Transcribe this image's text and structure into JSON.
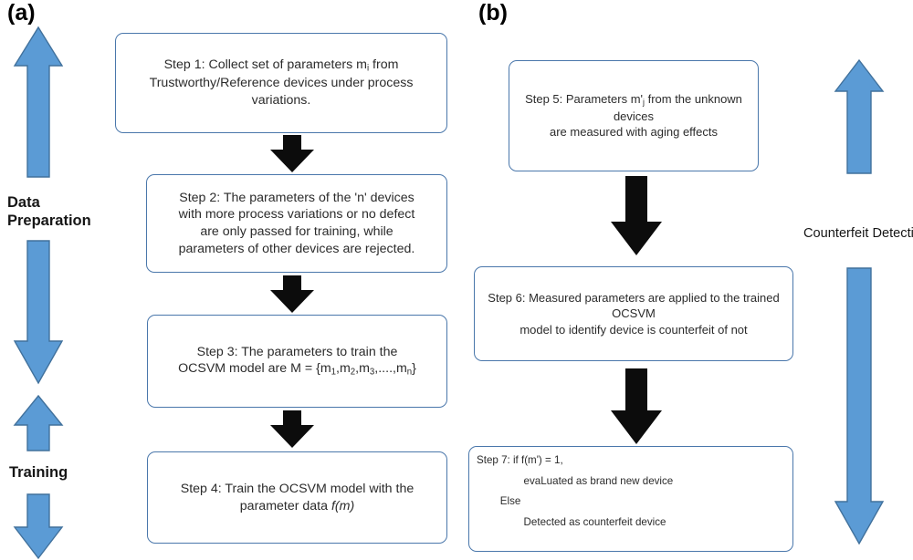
{
  "figure": {
    "panel_a_label": "(a)",
    "panel_b_label": "(b)"
  },
  "panel_a": {
    "side_labels": [
      {
        "text": "Data",
        "line2": "Preparation"
      },
      {
        "text": "Training"
      }
    ],
    "data_preparation_label_line1": "Data",
    "data_preparation_label_line2": "Preparation",
    "training_label": "Training",
    "steps": [
      {
        "id": "step-1",
        "lines": [
          "Step 1: Collect set of parameters m",
          "Trustworthy/Reference devices under process",
          "variations."
        ],
        "subscript": "i",
        "trailing": " from"
      },
      {
        "id": "step-2",
        "lines": [
          "Step 2: The parameters of the 'n' devices",
          "with more process variations or no defect",
          "are only passed for training, while",
          "parameters of other devices are rejected."
        ]
      },
      {
        "id": "step-3",
        "line1": "Step 3: The parameters to train the",
        "line2_pre": "OCSVM model are M = {m",
        "sub1": "1",
        "mid1": ",m",
        "sub2": "2",
        "mid2": ",m",
        "sub3": "3",
        "mid3": ",....,m",
        "sub4": "n",
        "line2_post": "}"
      },
      {
        "id": "step-4",
        "line1": "Step 4: Train the OCSVM model with the",
        "line2_pre": "parameter data ",
        "line2_italic": "f(m)"
      }
    ]
  },
  "panel_b": {
    "counterfeit_detection_label": "Counterfeit Detection",
    "steps": [
      {
        "id": "step-5",
        "line1_pre": "Step 5: Parameters m'",
        "sub": "j",
        "line1_post": " from the unknown devices",
        "line2": "are measured with aging effects"
      },
      {
        "id": "step-6",
        "line1": "Step 6: Measured parameters are applied to the trained OCSVM",
        "line2": "model to identify device is counterfeit of not"
      },
      {
        "id": "step-7",
        "code_lines": [
          "Step 7: if f(m') = 1,",
          "                evaLuated as brand new device",
          "        Else",
          "                Detected as counterfeit device"
        ]
      }
    ]
  },
  "colors": {
    "arrow_blue_fill": "#5b9bd5",
    "arrow_blue_stroke": "#41719c",
    "box_border": "#4a77ab",
    "connector_black": "#0c0c0c",
    "text": "#2b2b2b",
    "background": "#ffffff"
  }
}
